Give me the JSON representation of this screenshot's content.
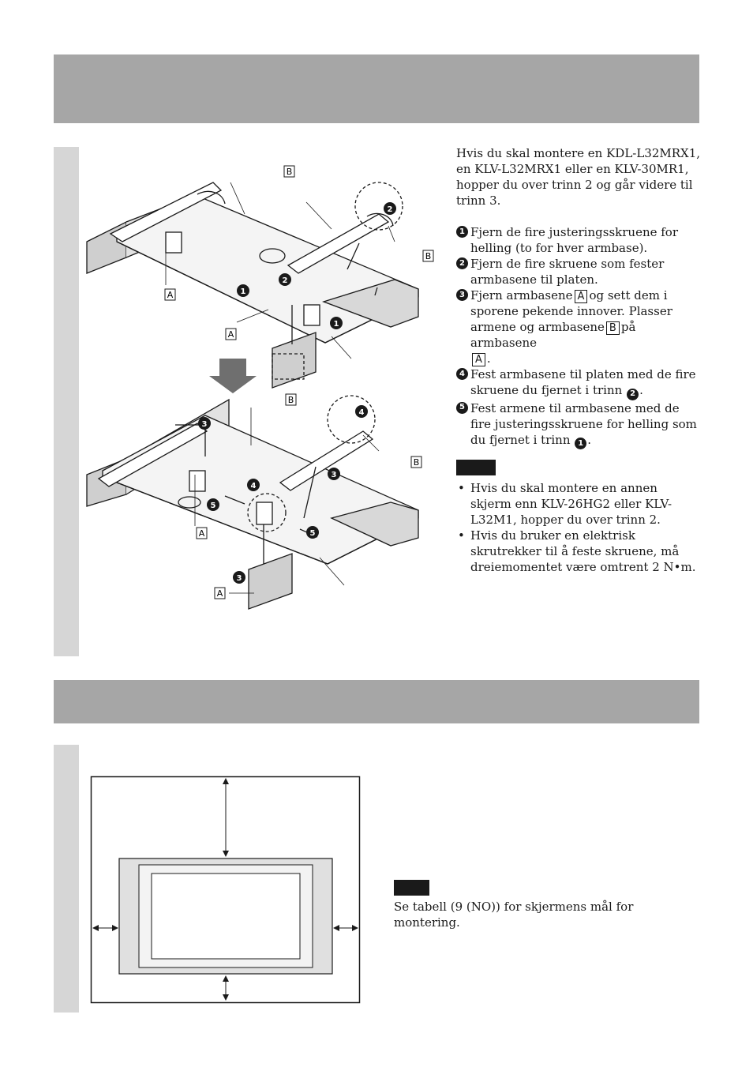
{
  "section1": {
    "intro": "Hvis du skal montere en KDL-L32MRX1, en KLV-L32MRX1 eller en KLV-30MR1, hopper du over trinn 2 og går videre til trinn 3.",
    "steps": [
      {
        "num": "1",
        "text": "Fjern de fire justeringsskruene for helling (to for hver armbase)."
      },
      {
        "num": "2",
        "text": "Fjern de fire skruene som fester armbasene til platen."
      },
      {
        "num": "3",
        "text_a": "Fjern armbasene",
        "box_a": "A",
        "text_b": "og sett dem i sporene pekende innover. Plasser armene og armbasene",
        "box_b": "B",
        "text_c": "på armbasene",
        "box_c": "A",
        "text_d": "."
      },
      {
        "num": "4",
        "text_a": "Fest armbasene til platen med de fire skruene du fjernet i trinn",
        "ref": "2",
        "text_b": "."
      },
      {
        "num": "5",
        "text_a": "Fest armene til armbasene med de fire justeringsskruene for helling som du fjernet i trinn",
        "ref": "1",
        "text_b": "."
      }
    ],
    "notes": [
      "Hvis du skal montere en annen skjerm enn KLV-26HG2 eller KLV-L32M1, hopper du over trinn 2.",
      "Hvis du bruker en elektrisk skrutrekker til å feste skruene, må dreiemomentet være omtrent 2 N•m."
    ]
  },
  "diagram_top": {
    "labels": {
      "a1": "A",
      "a2": "A",
      "b1": "B",
      "b2": "B"
    },
    "callouts": {
      "c1a": "1",
      "c1b": "1",
      "c2a": "2",
      "c2b": "2"
    }
  },
  "diagram_bottom": {
    "labels": {
      "a1": "A",
      "a2": "A",
      "b1": "B",
      "b2": "B"
    },
    "callouts": {
      "c3a": "3",
      "c3b": "3",
      "c3c": "3",
      "c4a": "4",
      "c4b": "4",
      "c5a": "5",
      "c5b": "5"
    }
  },
  "section2": {
    "note": "Se tabell (9 (NO)) for skjermens mål for montering."
  },
  "colors": {
    "header_band": "#a6a6a6",
    "side_bar": "#d6d6d6",
    "ink": "#1a1a1a"
  }
}
